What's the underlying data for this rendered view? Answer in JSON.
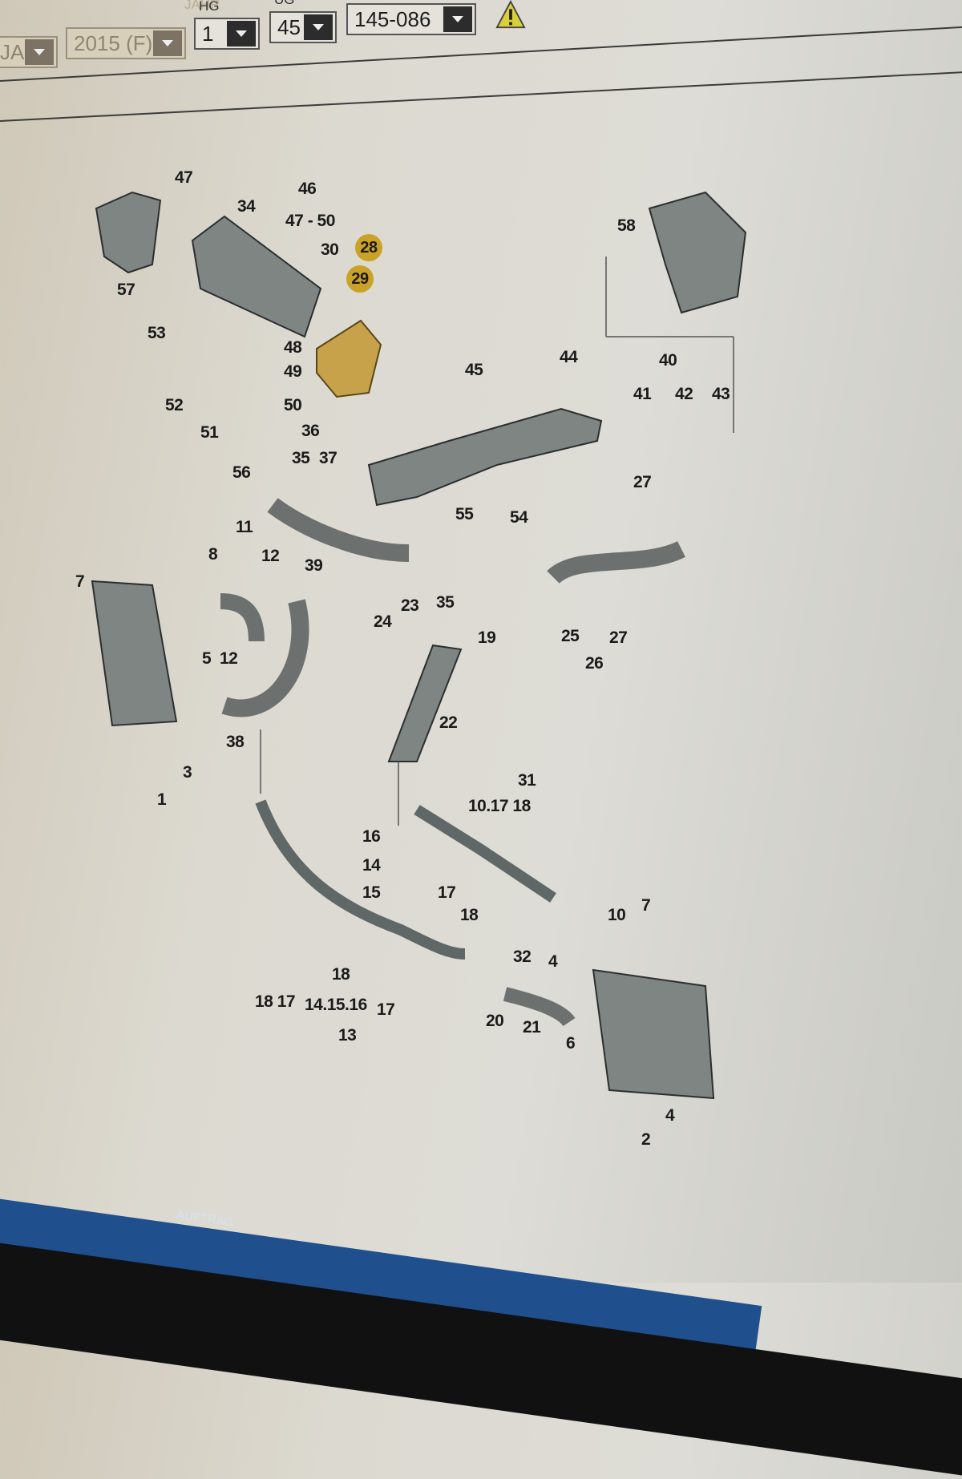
{
  "filters": [
    {
      "label": "",
      "value": "JA",
      "enabled": false
    },
    {
      "label": "JAHR",
      "value": "2015 (F)",
      "enabled": false
    },
    {
      "label": "HG",
      "value": "1",
      "enabled": true
    },
    {
      "label": "UG",
      "value": "45",
      "enabled": true
    },
    {
      "label": "",
      "value": "145-086",
      "enabled": true
    }
  ],
  "warning_icon": "warning-triangle-icon",
  "diagram": {
    "highlight_color": "#c9a227",
    "highlighted_parts": [
      "28",
      "29"
    ],
    "callouts": {
      "c47a": "47",
      "c46": "46",
      "c47_50": "47 - 50",
      "c34": "34",
      "c30": "30",
      "c28": "28",
      "c29": "29",
      "c57": "57",
      "c53": "53",
      "c48": "48",
      "c49": "49",
      "c50": "50",
      "c52": "52",
      "c51": "51",
      "c56": "56",
      "c36": "36",
      "c35a": "35",
      "c37": "37",
      "c58": "58",
      "c45": "45",
      "c44": "44",
      "c40": "40",
      "c41": "41",
      "c42": "42",
      "c43": "43",
      "c27a": "27",
      "c55": "55",
      "c54": "54",
      "c11": "11",
      "c8": "8",
      "c12a": "12",
      "c39": "39",
      "c7a": "7",
      "c35b": "35",
      "c23": "23",
      "c24": "24",
      "c19": "19",
      "c25": "25",
      "c27b": "27",
      "c26": "26",
      "c5": "5",
      "c12b": "12",
      "c38": "38",
      "c22": "22",
      "c3": "3",
      "c1": "1",
      "c31": "31",
      "c10_17_18": "10.17 18",
      "c16": "16",
      "c14": "14",
      "c15": "15",
      "c17a": "17",
      "c18a": "18",
      "c10": "10",
      "c7b": "7",
      "c32": "32",
      "c4a": "4",
      "c18b": "18",
      "c18_17": "18 17",
      "c14_15_16": "14.15.16",
      "c17b": "17",
      "c20": "20",
      "c21": "21",
      "c6": "6",
      "c13": "13",
      "c4b": "4",
      "c2": "2"
    }
  },
  "taskbar": {
    "label": "AUFTRAG"
  }
}
